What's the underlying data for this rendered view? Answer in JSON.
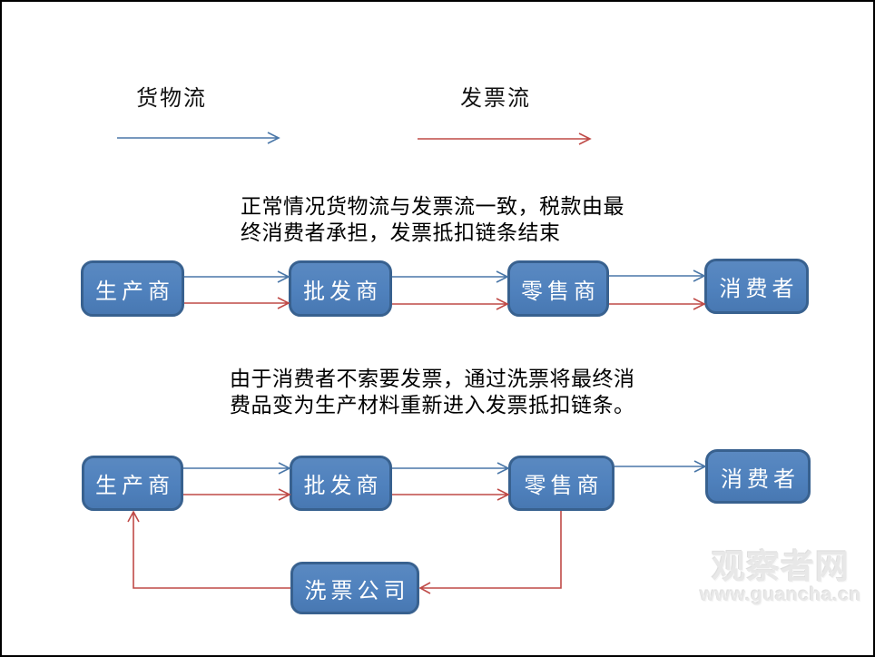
{
  "colors": {
    "box_fill": "#4f81bd",
    "box_border": "#38618f",
    "goods_flow_line": "#4a77a8",
    "invoice_flow_line": "#bf4a47",
    "caption_text": "#000000",
    "node_text": "#ffffff",
    "watermark_text": "#e8e8e8"
  },
  "legend": {
    "goods_label": "货物流",
    "invoice_label": "发票流"
  },
  "diagram1": {
    "caption_line1": "正常情况货物流与发票流一致，税款由最",
    "caption_line2": "终消费者承担，发票抵扣链条结束",
    "producer": "生产商",
    "wholesaler": "批发商",
    "retailer": "零售商",
    "consumer": "消费者"
  },
  "diagram2": {
    "caption_line1": "由于消费者不索要发票，通过洗票将最终消",
    "caption_line2": "费品变为生产材料重新进入发票抵扣链条。",
    "producer": "生产商",
    "wholesaler": "批发商",
    "retailer": "零售商",
    "consumer": "消费者",
    "launderer": "洗票公司"
  },
  "watermark": {
    "title": "观察者网",
    "url": "www.guancha.cn"
  }
}
